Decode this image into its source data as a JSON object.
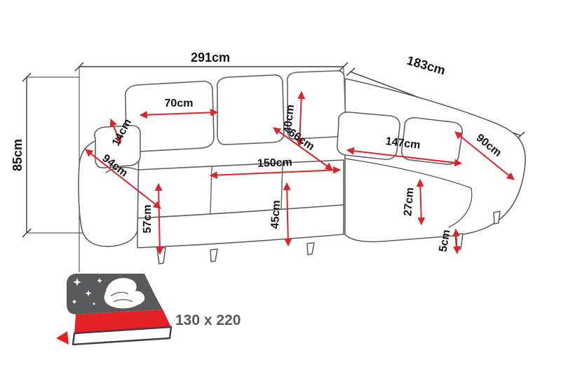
{
  "colors": {
    "dimension_red": "#d9262c",
    "outline_grey": "#5f5f5f",
    "dim_line_grey": "#3a3a3a",
    "icon_grey": "#58595b",
    "icon_red": "#e32227",
    "label_black": "#141414"
  },
  "diagram": {
    "overall": {
      "width": "291cm",
      "depth": "183cm",
      "height": "85cm"
    },
    "details": {
      "back_cushion_width": "70cm",
      "backrest_top_depth": "14cm",
      "back_cushion_height": "40cm",
      "corner_seat_diagonal": "66cm",
      "armrest_outer_depth": "94cm",
      "seat_length": "150cm",
      "chaise_length": "147cm",
      "chaise_depth": "90cm",
      "armrest_height": "57cm",
      "seat_height": "45cm",
      "chaise_seat_height": "27cm",
      "leg_height": "5cm"
    },
    "sleeping_area": {
      "size": "130 x 220"
    }
  }
}
